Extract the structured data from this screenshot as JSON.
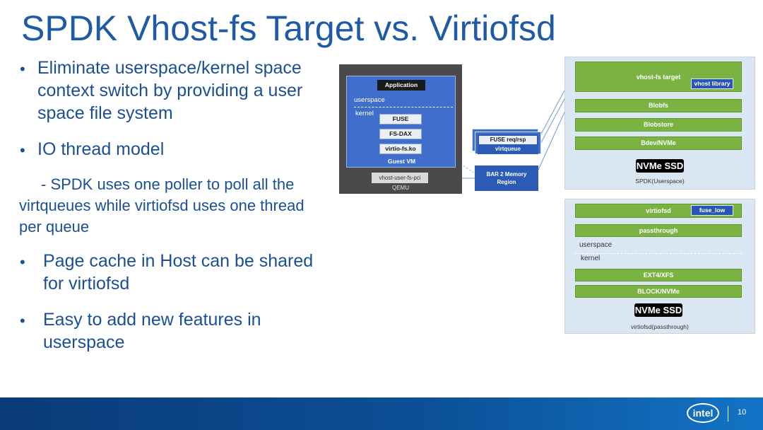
{
  "slide": {
    "title": "SPDK Vhost-fs Target vs. Virtiofsd",
    "page_number": "10",
    "logo_text": "intel"
  },
  "bullets": {
    "b1_lines": [
      "Eliminate userspace/kernel space",
      "context switch by providing a user",
      "space file system"
    ],
    "b2": "IO thread model",
    "b2_sub_lines": [
      "- SPDK uses one poller to poll all the",
      "virtqueues while virtiofsd uses one thread",
      "per queue"
    ],
    "b3_lines": [
      "Page cache in Host can be shared",
      "for virtiofsd"
    ],
    "b4_lines": [
      "Easy to add new features in",
      "userspace"
    ],
    "bullet_char": "•"
  },
  "diagram": {
    "qemu": {
      "label": "QEMU",
      "pci": "vhost-user-fs-pci",
      "guest": {
        "label": "Guest VM",
        "application": "Application",
        "userspace": "userspace",
        "kernel": "kernel",
        "fuse": "FUSE",
        "fsdax": "FS-DAX",
        "virtiofs": "virtio-fs.ko"
      }
    },
    "fuse_req_line1": "FUSE req/rsp",
    "fuse_req_line2": "virtqueue",
    "bar2_line1": "BAR 2 Memory",
    "bar2_line2": "Region",
    "spdk": {
      "target": "vhost-fs target",
      "library": "vhost library",
      "blobfs": "Blobfs",
      "blobstore": "Blobstore",
      "bdev": "Bdev/NVMe",
      "ssd": "NVMe SSD",
      "caption": "SPDK(Userspace)"
    },
    "virtiofsd": {
      "name": "virtiofsd",
      "lib": "fuse_low",
      "passthrough": "passthrough",
      "userspace": "userspace",
      "kernel": "kernel",
      "ext4": "EXT4/XFS",
      "block": "BLOCK/NVMe",
      "ssd": "NVMe SSD",
      "caption": "virtiofsd(passthrough)"
    }
  },
  "colors": {
    "title": "#1f5aa6",
    "text": "#1b4f95",
    "green": "#7ab342",
    "guest_blue": "#3f6fca",
    "qemu_gray": "#4a4a4a",
    "footer": "#0c4f96"
  }
}
